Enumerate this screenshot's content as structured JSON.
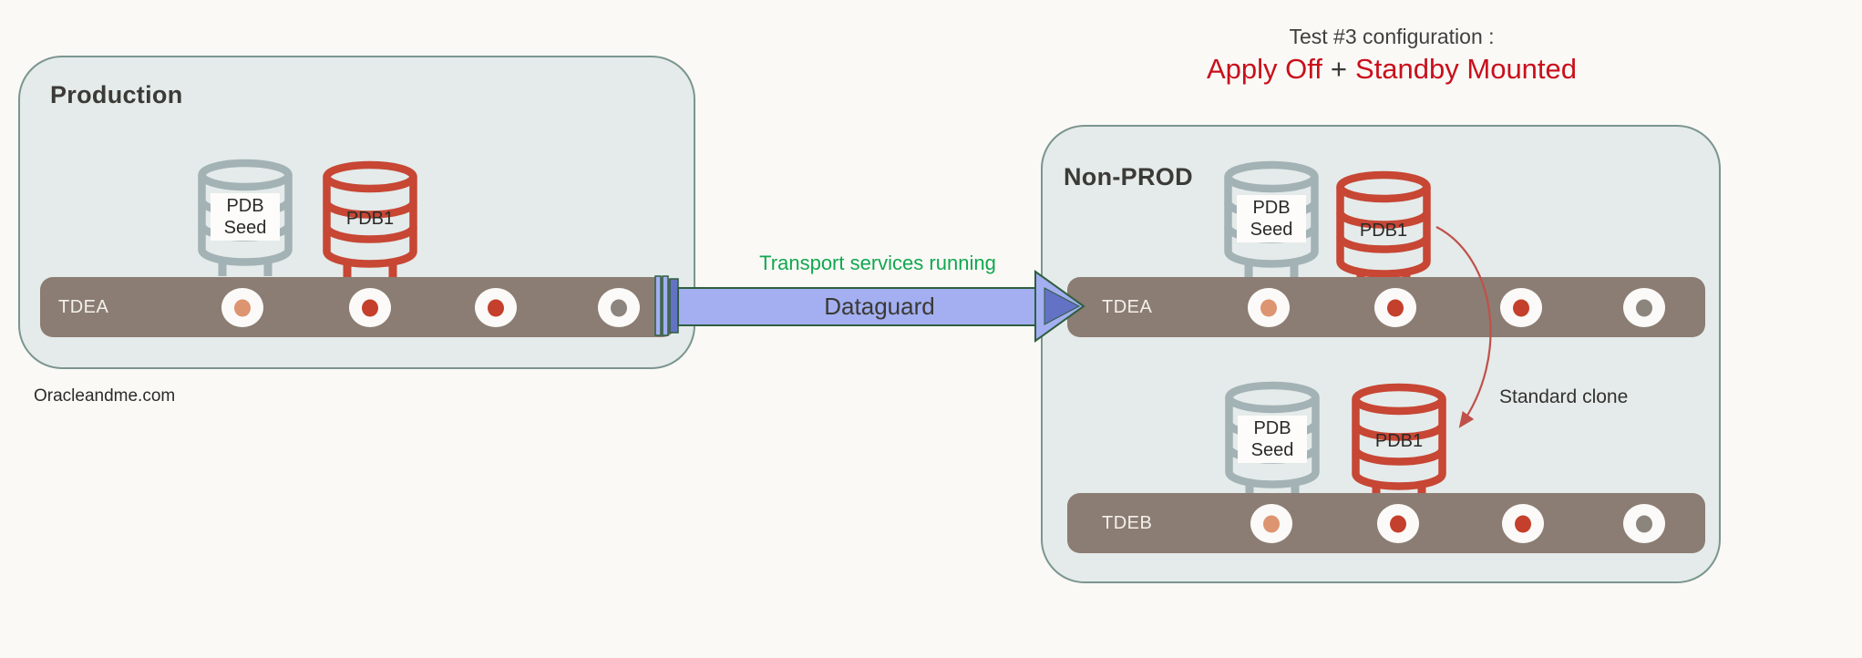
{
  "title": {
    "line1": "Test #3 configuration :",
    "apply_off": "Apply Off",
    "plus": "+",
    "standby": "Standby Mounted"
  },
  "watermark": "Oracleandme.com",
  "link": {
    "status": "Transport services running",
    "label": "Dataguard"
  },
  "clone": {
    "label": "Standard clone"
  },
  "production": {
    "label": "Production",
    "bar": {
      "label": "TDEA",
      "dots": [
        "#dd9470",
        "#c4402c",
        "#c4402c",
        "#8b857e"
      ]
    },
    "pdb_seed": {
      "line1": "PDB",
      "line2": "Seed"
    },
    "pdb1": {
      "label": "PDB1"
    }
  },
  "nonprod": {
    "label": "Non-PROD",
    "tdea": {
      "label": "TDEA",
      "dots": [
        "#dd9470",
        "#c4402c",
        "#c4402c",
        "#8b857e"
      ]
    },
    "tdea_pdb_seed": {
      "line1": "PDB",
      "line2": "Seed"
    },
    "tdea_pdb1": {
      "label": "PDB1"
    },
    "tdeb": {
      "label": "TDEB",
      "dots": [
        "#dd9470",
        "#c4402c",
        "#c4402c",
        "#8b857e"
      ]
    },
    "tdeb_pdb_seed": {
      "line1": "PDB",
      "line2": "Seed"
    },
    "tdeb_pdb1": {
      "label": "PDB1"
    }
  },
  "colors": {
    "background": "#faf9f6",
    "box_fill": "#e4ebea",
    "box_border": "#7b958f",
    "bar_fill": "#8b7d73",
    "seed_cylinder_stroke": "#a3b2b5",
    "pdb_cylinder_stroke": "#c74634",
    "status_green": "#12a74f",
    "title_red": "#c90f1b",
    "arrow_fill": "#a3aff1",
    "arrow_dark": "#6372c4",
    "arrow_border": "#2f5e40",
    "clone_arrow": "#c0504a"
  }
}
